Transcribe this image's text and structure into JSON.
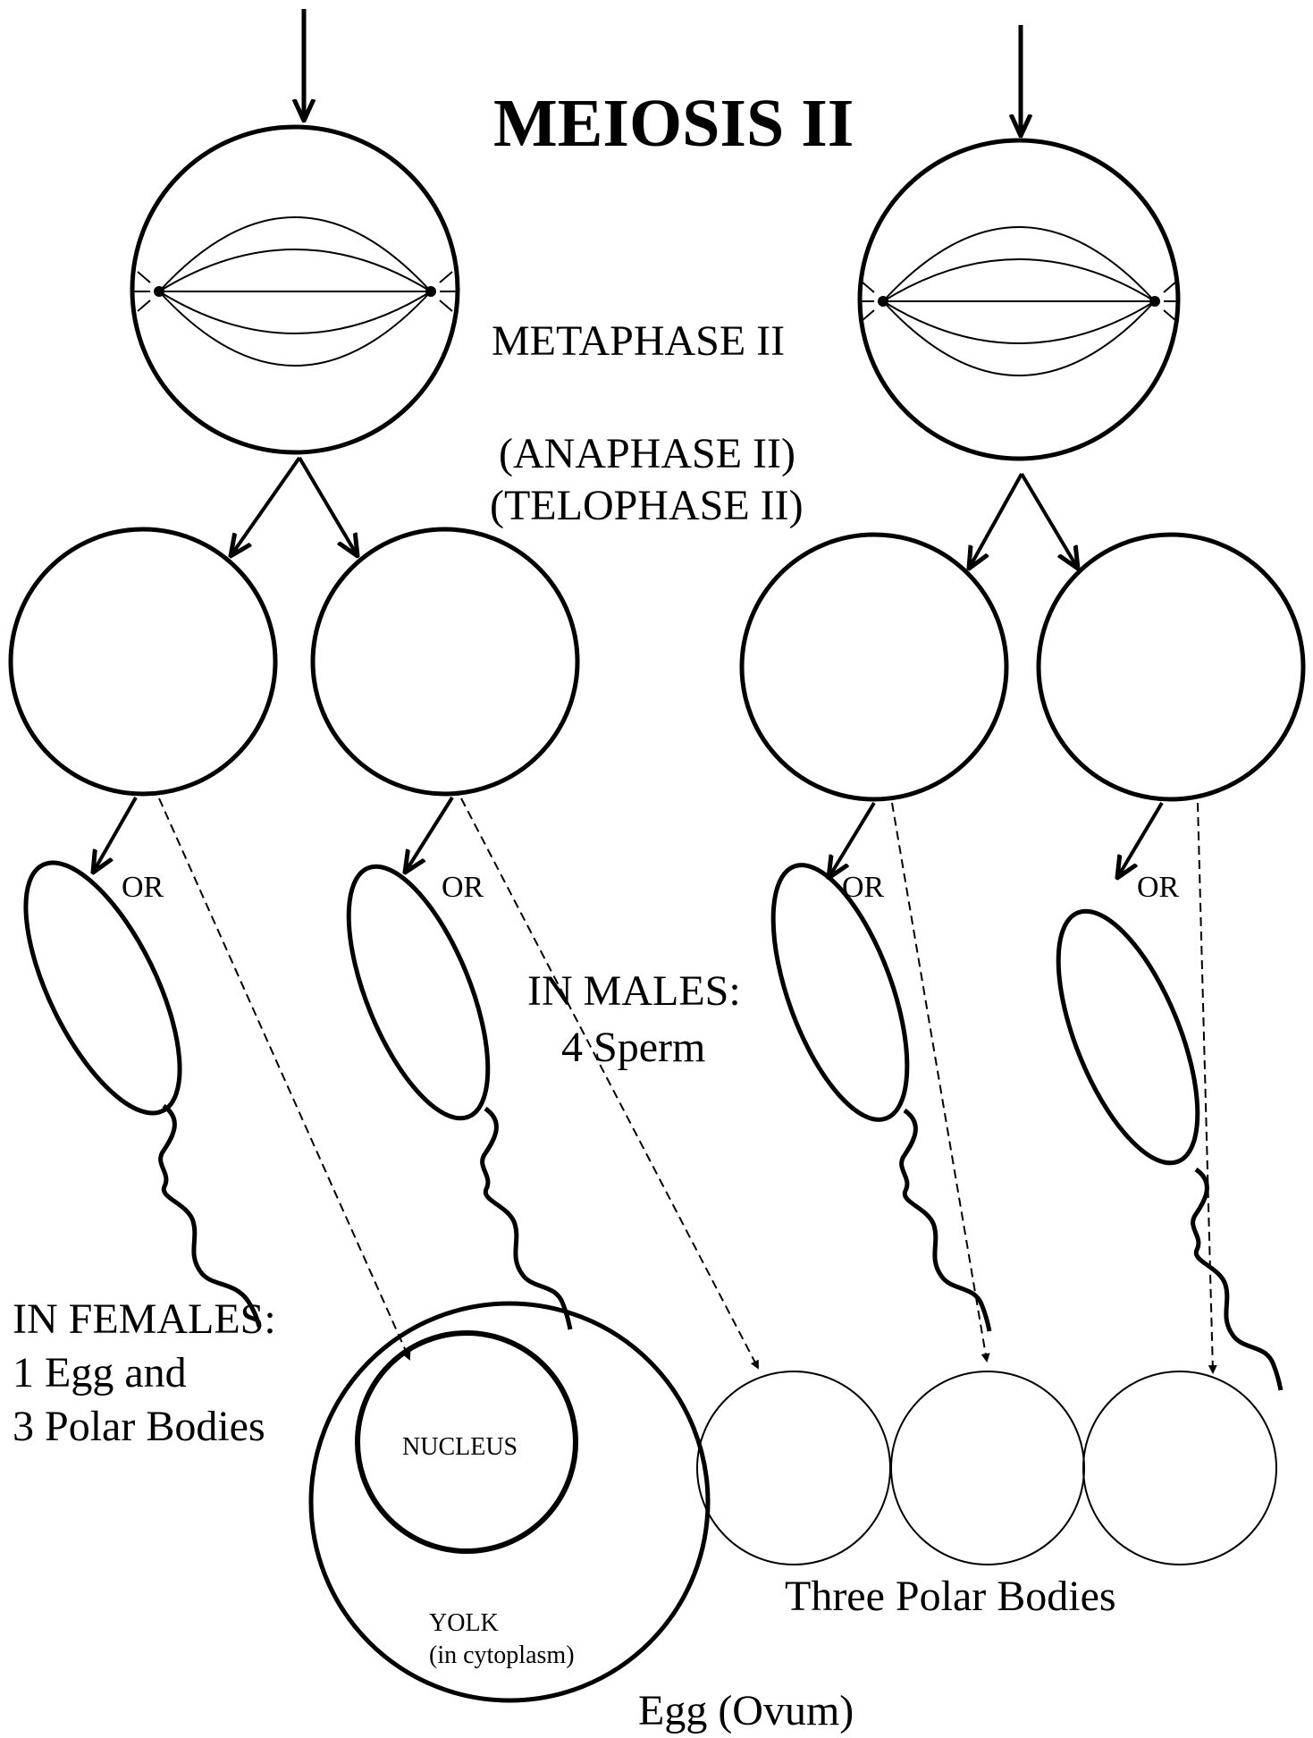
{
  "title": "MEIOSIS  II",
  "phases": {
    "metaphase": "METAPHASE II",
    "anaphase": "(ANAPHASE II)",
    "telophase": "(TELOPHASE II)"
  },
  "or_label": "OR",
  "males": {
    "line1": "IN MALES:",
    "line2": "4 Sperm"
  },
  "females": {
    "line1": "IN FEMALES:",
    "line2": "1 Egg and",
    "line3": "3 Polar Bodies"
  },
  "egg": {
    "nucleus": "NUCLEUS",
    "yolk_line1": "YOLK",
    "yolk_line2": "(in cytoplasm)",
    "caption": "Egg (Ovum)"
  },
  "polar_bodies_caption": "Three Polar Bodies",
  "colors": {
    "ink": "#000000",
    "background": "#ffffff"
  }
}
